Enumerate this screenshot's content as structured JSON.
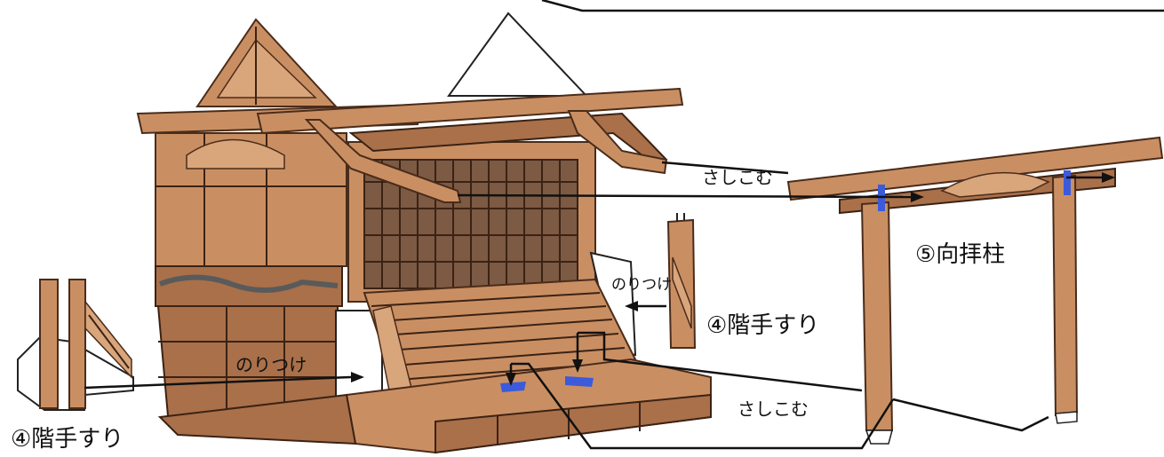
{
  "labels": {
    "sashikomu_upper": "さしこむ",
    "sashikomu_lower": "さしこむ",
    "noritsuke_right": "のりつけ",
    "noritsuke_left": "のりつけ",
    "part4_right": "④階手すり",
    "part4_left": "④階手すり",
    "part5": "⑤向拝柱"
  },
  "colors": {
    "wood": "#c98f63",
    "wood_dark": "#a9704a",
    "outline": "#3b2214",
    "marker": "#3b5bdb"
  }
}
